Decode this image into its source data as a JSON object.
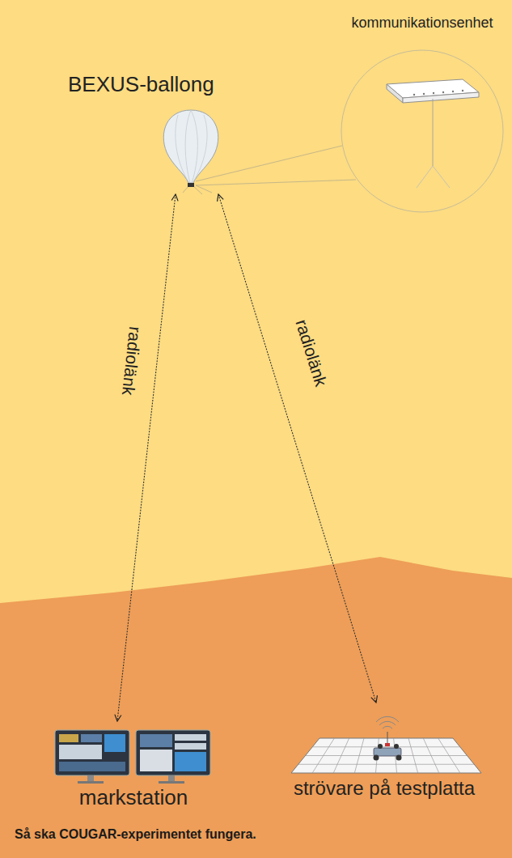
{
  "diagram": {
    "caption": "Så ska COUGAR-experimentet fungera.",
    "nodes": [
      {
        "text": [
          "BEXUS-ballong"
        ]
      },
      {
        "text": [
          "kommunikationsenhet"
        ]
      },
      {
        "text": [
          "markstation"
        ]
      },
      {
        "text": [
          "strövare på testplatta"
        ]
      }
    ],
    "edges": [
      {
        "from": 0,
        "to": 2,
        "label": "radiolänk",
        "arrow": "both"
      },
      {
        "from": 0,
        "to": 3,
        "label": "radiolänk",
        "arrow": "both"
      }
    ]
  }
}
